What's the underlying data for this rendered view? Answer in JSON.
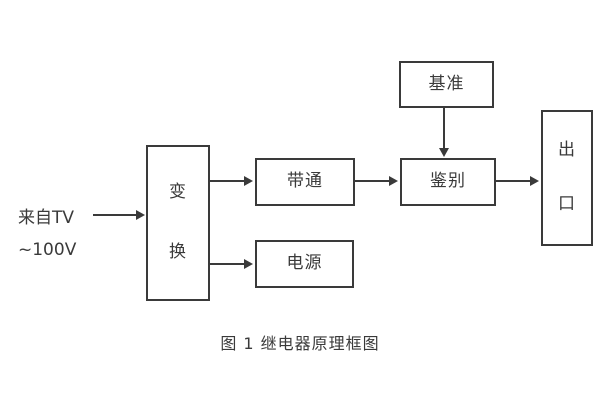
{
  "diagram": {
    "caption": "图 1  继电器原理框图",
    "background_color": "#ffffff",
    "line_color": "#3a3a3a",
    "source": {
      "line1": "来自TV",
      "line2": "~100V"
    },
    "nodes": [
      {
        "id": "bianhuan",
        "label": "变换",
        "char1": "变",
        "char2": "换"
      },
      {
        "id": "daitong",
        "label": "带通"
      },
      {
        "id": "dianyuan",
        "label": "电源"
      },
      {
        "id": "jianbie",
        "label": "鉴别"
      },
      {
        "id": "jizhun",
        "label": "基准"
      },
      {
        "id": "chukou",
        "label": "出口",
        "char1": "出",
        "char2": "口"
      }
    ],
    "edges": [
      {
        "id": "source-to-bianhuan",
        "from": "来自TV ~100V",
        "to": "变换",
        "direction": "right"
      },
      {
        "id": "bianhuan-to-daitong",
        "from": "变换",
        "to": "带通",
        "direction": "right"
      },
      {
        "id": "bianhuan-to-dianyuan",
        "from": "变换",
        "to": "电源",
        "direction": "right"
      },
      {
        "id": "daitong-to-jianbie",
        "from": "带通",
        "to": "鉴别",
        "direction": "right"
      },
      {
        "id": "jizhun-to-jianbie",
        "from": "基准",
        "to": "鉴别",
        "direction": "down"
      },
      {
        "id": "jianbie-to-chukou",
        "from": "鉴别",
        "to": "出口",
        "direction": "right"
      }
    ]
  }
}
